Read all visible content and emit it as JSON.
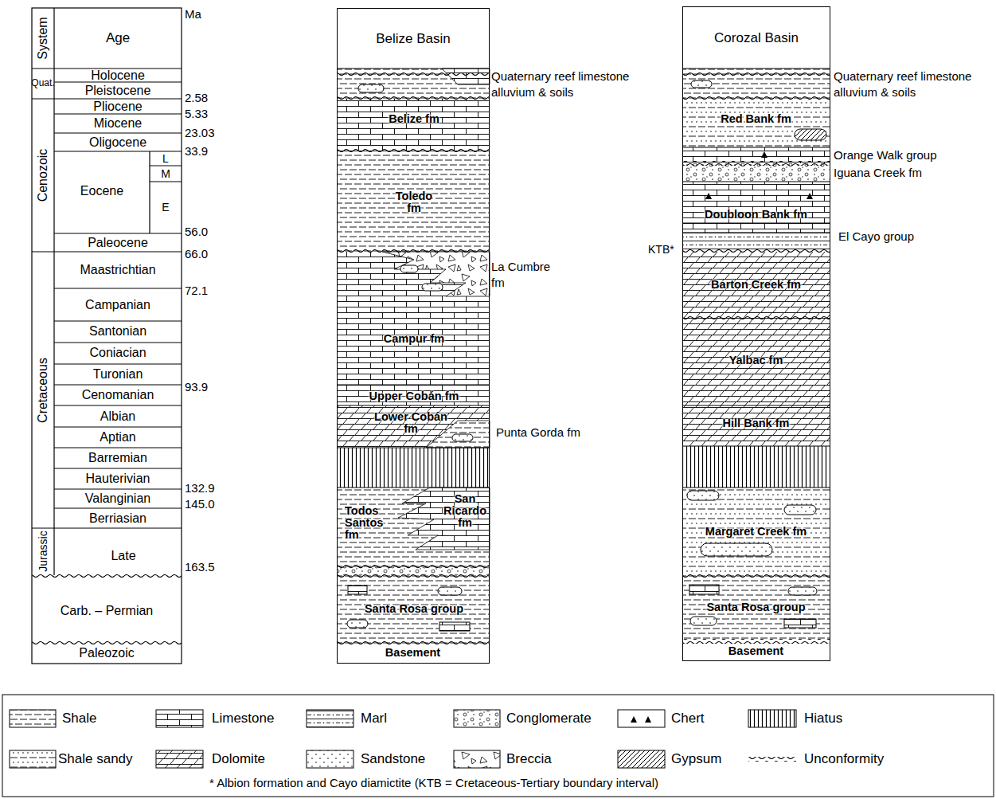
{
  "diagram": {
    "caption": "* Albion formation and Cayo diamictite (KTB = Cretaceous-Tertiary boundary interval)",
    "nodes": [
      {
        "text": [
          "Belize Basin"
        ]
      },
      {
        "text": [
          "Belize fm"
        ],
        "in": 0
      },
      {
        "text": [
          "Toledo fm"
        ],
        "in": 0
      },
      {
        "text": [
          "Campur fm"
        ],
        "in": 0
      },
      {
        "text": [
          "Upper Cobán fm"
        ],
        "in": 0
      },
      {
        "text": [
          "Lower Cobán fm"
        ],
        "in": 0
      },
      {
        "text": [
          "Todos Santos fm"
        ],
        "in": 0
      },
      {
        "text": [
          "San Ricardo fm"
        ],
        "in": 0
      },
      {
        "text": [
          "Santa Rosa group"
        ],
        "in": 0
      },
      {
        "text": [
          "Basement"
        ],
        "in": 0
      },
      {
        "text": [
          "Corozal Basin"
        ]
      },
      {
        "text": [
          "Red Bank fm"
        ],
        "in": 10
      },
      {
        "text": [
          "Doubloon Bank fm"
        ],
        "in": 10
      },
      {
        "text": [
          "Barton Creek fm"
        ],
        "in": 10
      },
      {
        "text": [
          "Yalbac fm"
        ],
        "in": 10
      },
      {
        "text": [
          "Hill Bank fm"
        ],
        "in": 10
      },
      {
        "text": [
          "Margaret Creek fm"
        ],
        "in": 10
      },
      {
        "text": [
          "Santa Rosa group"
        ],
        "in": 10
      },
      {
        "text": [
          "Basement"
        ],
        "in": 10
      }
    ],
    "labels": [
      "Ma",
      "System",
      "Age",
      "Quat.",
      "Holocene",
      "Pleistocene",
      "Cenozoic",
      "Pliocene",
      "Miocene",
      "Oligocene",
      "Eocene",
      "L",
      "M",
      "E",
      "Paleocene",
      "Cretaceous",
      "Maastrichtian",
      "Campanian",
      "Santonian",
      "Coniacian",
      "Turonian",
      "Cenomanian",
      "Albian",
      "Aptian",
      "Barremian",
      "Hauterivian",
      "Valanginian",
      "Berriasian",
      "Jurassic",
      "Late",
      "Carb. – Permian",
      "Paleozoic",
      "2.58",
      "5.33",
      "23.03",
      "33.9",
      "56.0",
      "66.0",
      "72.1",
      "93.9",
      "132.9",
      "145.0",
      "163.5",
      "Quaternary reef limestone alluvium & soils",
      "La Cumbre fm",
      "Punta Gorda fm",
      "Quaternary reef limestone alluvium & soils",
      "Orange Walk group",
      "Iguana Creek fm",
      "El Cayo group",
      "KTB*"
    ],
    "legend": [
      {
        "text": "Shale"
      },
      {
        "text": "Limestone"
      },
      {
        "text": "Marl"
      },
      {
        "text": "Conglomerate"
      },
      {
        "text": "Chert"
      },
      {
        "text": "Hiatus"
      },
      {
        "text": "Shale sandy"
      },
      {
        "text": "Dolomite"
      },
      {
        "text": "Sandstone"
      },
      {
        "text": "Breccia"
      },
      {
        "text": "Gypsum"
      },
      {
        "text": "Unconformity"
      }
    ]
  }
}
